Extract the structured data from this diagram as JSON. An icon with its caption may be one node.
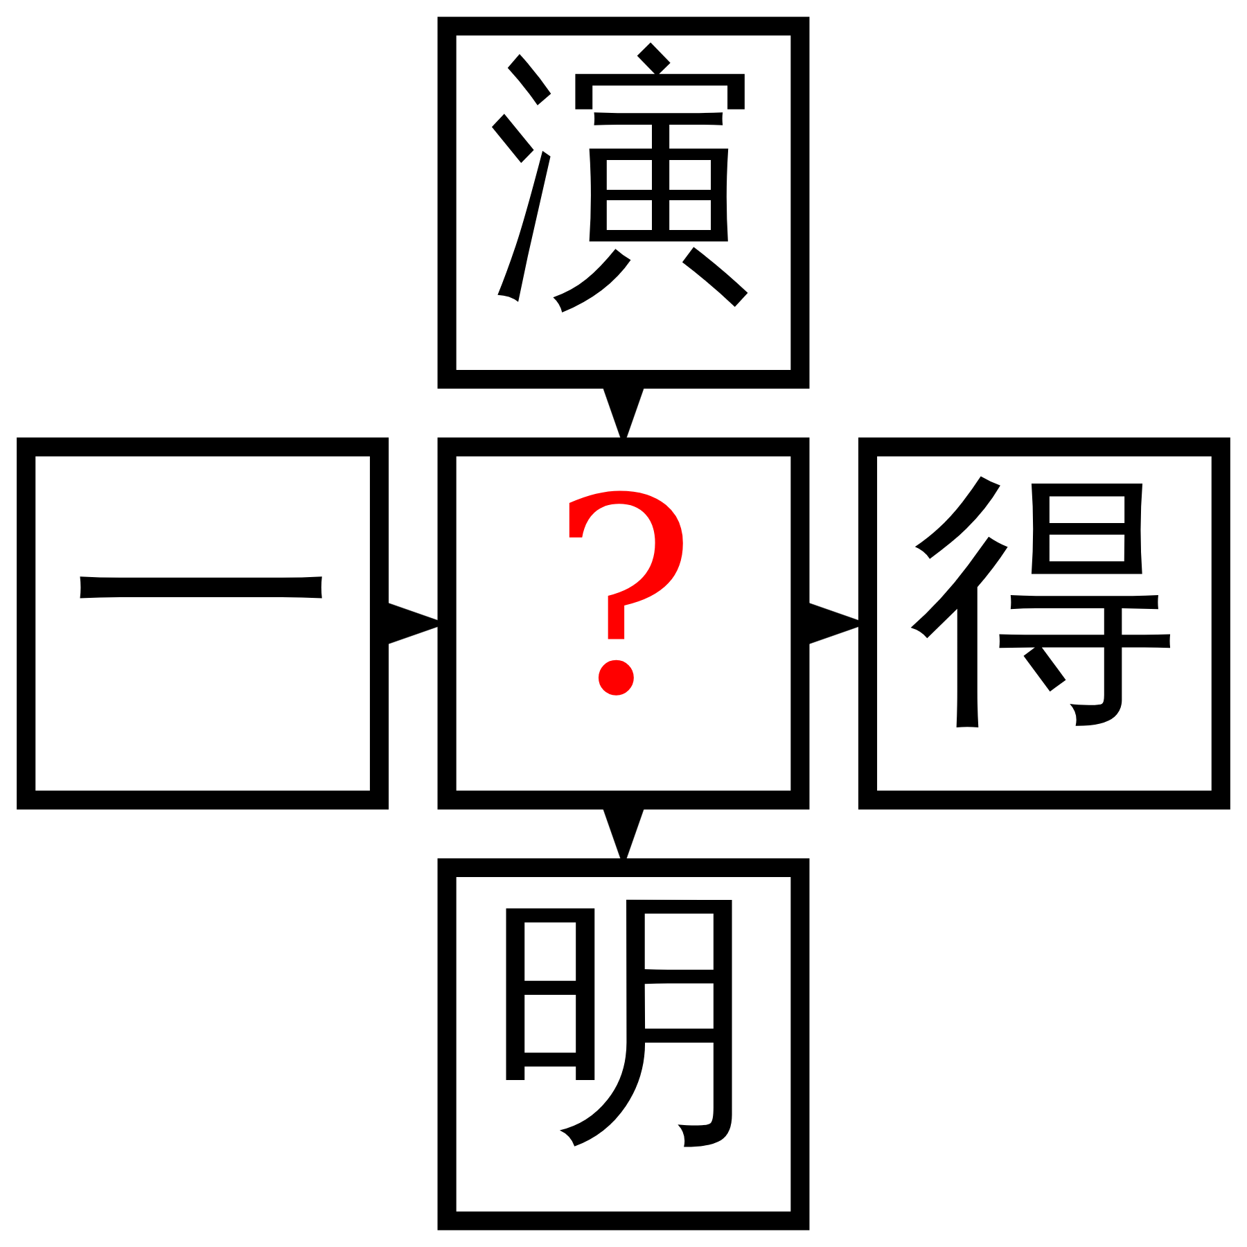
{
  "diagram": {
    "nodes": [
      {
        "text": [
          "演"
        ]
      },
      {
        "text": [
          "一"
        ]
      },
      {
        "text": [
          "?"
        ]
      },
      {
        "text": [
          "得"
        ]
      },
      {
        "text": [
          "明"
        ]
      }
    ],
    "edges": [
      {
        "from": 0,
        "to": 2,
        "arrow": "to"
      },
      {
        "from": 1,
        "to": 2,
        "arrow": "to"
      },
      {
        "from": 2,
        "to": 3,
        "arrow": "to"
      },
      {
        "from": 2,
        "to": 4,
        "arrow": "to"
      }
    ]
  }
}
